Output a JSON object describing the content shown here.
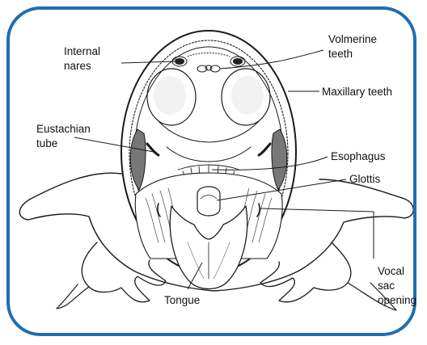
{
  "labels": {
    "internal_nares": [
      "Internal",
      "nares"
    ],
    "volmerine_teeth": [
      "Volmerine",
      "teeth"
    ],
    "maxillary_teeth": "Maxillary teeth",
    "eustachian_tube": [
      "Eustachian",
      "tube"
    ],
    "esophagus": "Esophagus",
    "glottis": "Glottis",
    "vocal_sac_opening": [
      "Vocal",
      "sac",
      "opening"
    ],
    "tongue": "Tongue"
  },
  "colors": {
    "frame_border": "#1f6db5",
    "line": "#1a1a1a",
    "shade": "#6b6b6b"
  }
}
